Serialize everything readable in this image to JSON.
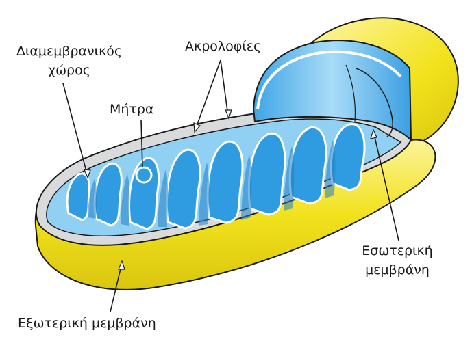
{
  "diagram": {
    "subject": "mitochondrion cross-section",
    "labels": {
      "intermembrane_space_line1": "Διαμεμβρανικός",
      "intermembrane_space_line2": "χώρος",
      "cristae": "Ακρολοφίες",
      "matrix": "Μήτρα",
      "inner_membrane_line1": "Εσωτερική",
      "inner_membrane_line2": "μεμβράνη",
      "outer_membrane": "Εξωτερική μεμβράνη"
    },
    "colors": {
      "outer_membrane": "#f2e21c",
      "outer_membrane_light": "#fbf39a",
      "inner_membrane": "#7fc8f0",
      "matrix": "#2f9be0",
      "matrix_dark": "#1f7fc4",
      "intermembrane": "#d9dadb",
      "outline": "#1a1a1a"
    }
  }
}
